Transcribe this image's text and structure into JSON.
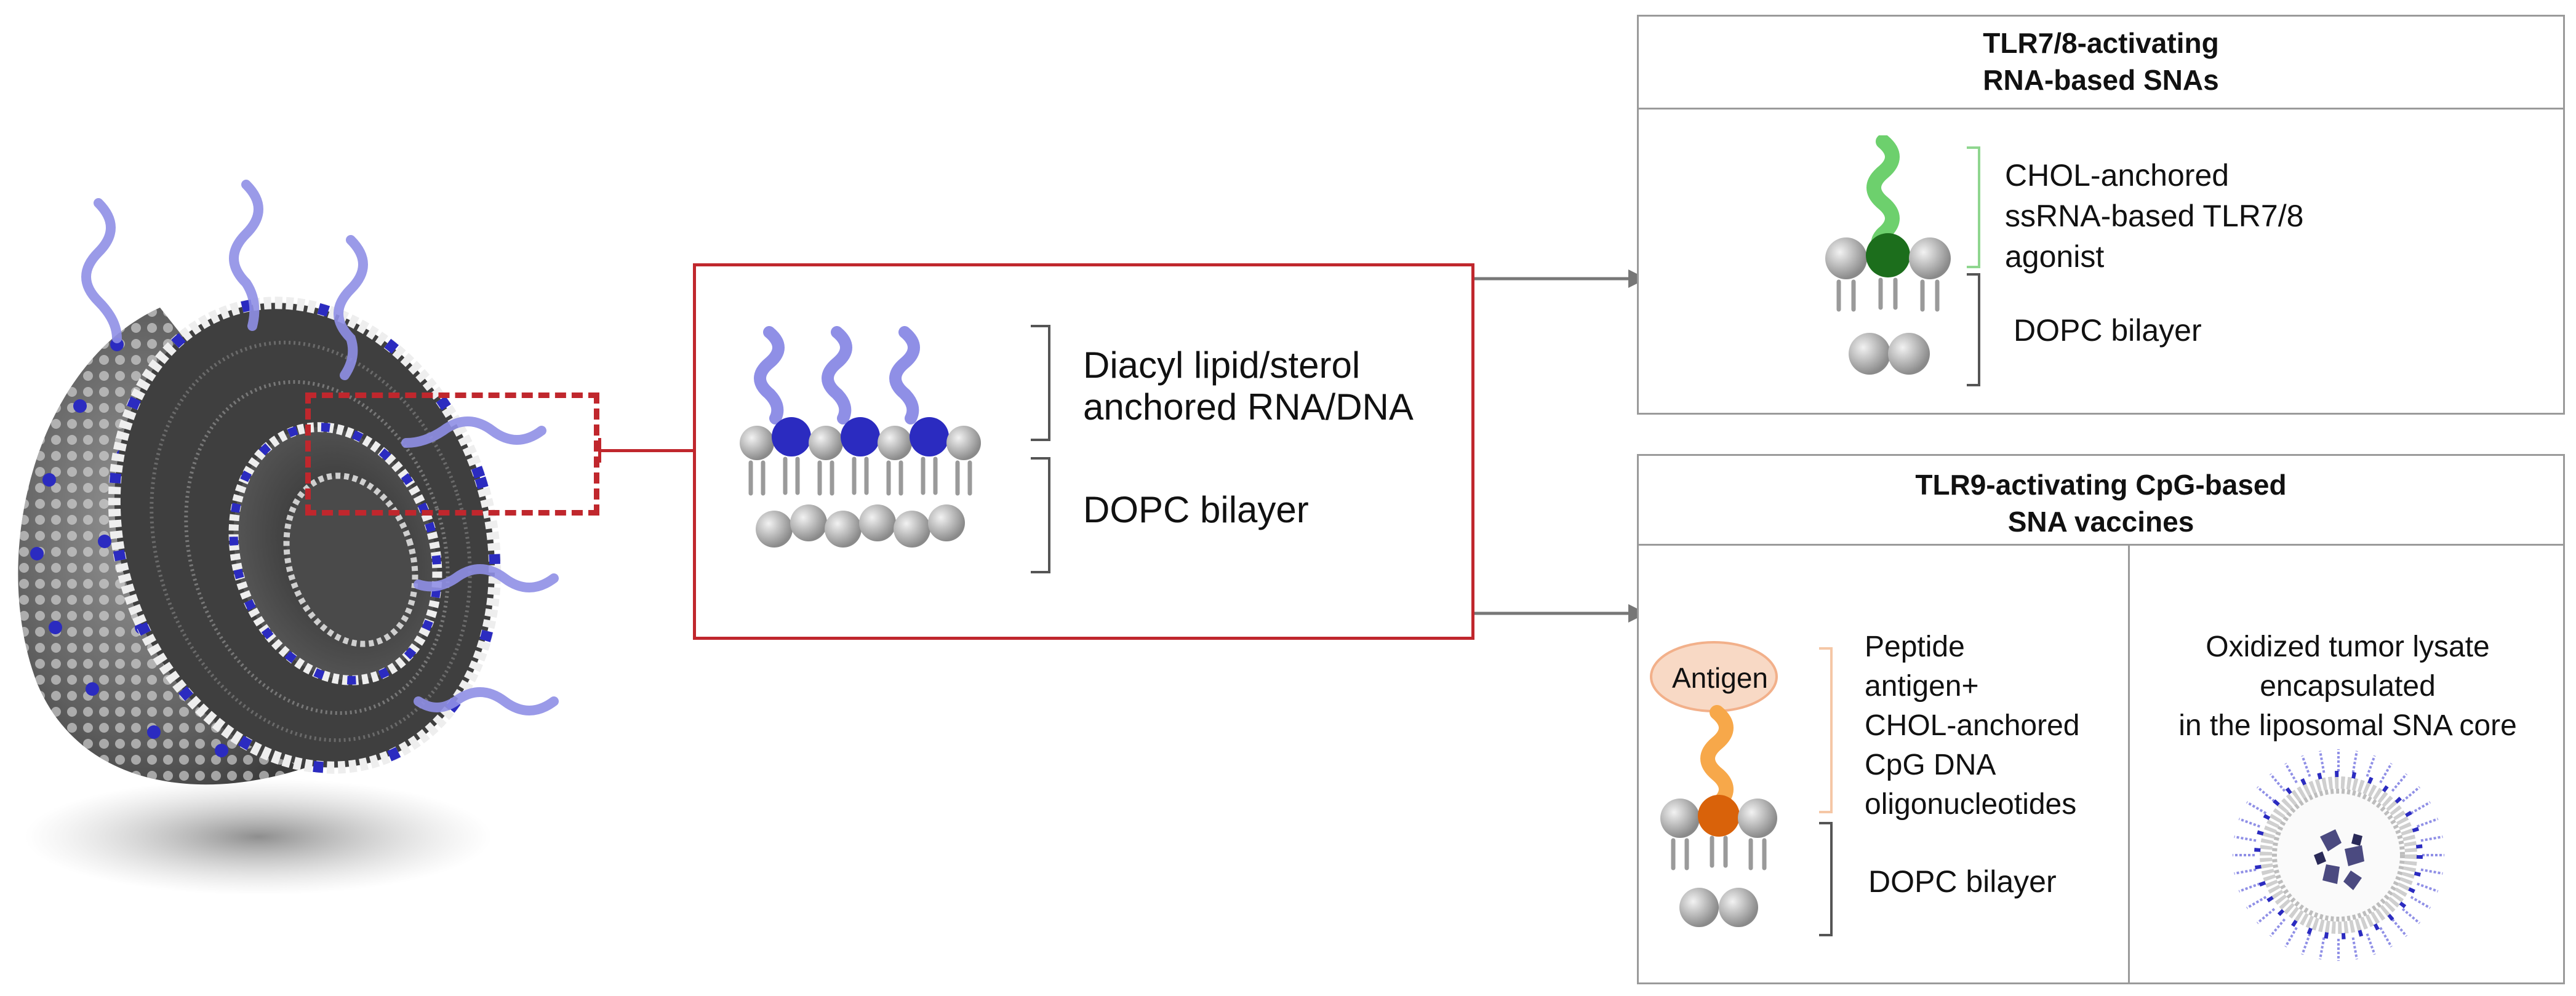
{
  "middle_panel": {
    "bracket_top_label": "Diacyl lipid/sterol\nanchored RNA/DNA",
    "bracket_bottom_label": "DOPC bilayer"
  },
  "tlr78_panel": {
    "title": "TLR7/8-activating\nRNA-based SNAs",
    "top_label": "CHOL-anchored\nssRNA-based TLR7/8\nagonist",
    "bottom_label": "DOPC bilayer"
  },
  "tlr9_panel": {
    "title": "TLR9-activating CpG-based\nSNA vaccines",
    "antigen_label": "Antigen",
    "top_label": "Peptide\nantigen+\nCHOL-anchored\nCpG DNA\noligonucleotides",
    "bottom_label": "DOPC bilayer",
    "lysate_label": "Oxidized tumor lysate\nencapsulated\nin the liposomal SNA core"
  },
  "colors": {
    "highlight_red": "#c0272d",
    "panel_border": "#9a9a9a",
    "rna_strand": "#8f8fe6",
    "blue_head": "#2b2bc0",
    "green_head": "#1c6e1c",
    "green_strand": "#6dd06d",
    "orange_head": "#d9620a",
    "orange_strand": "#f7a84a",
    "antigen_fill": "#f8d9c5"
  }
}
